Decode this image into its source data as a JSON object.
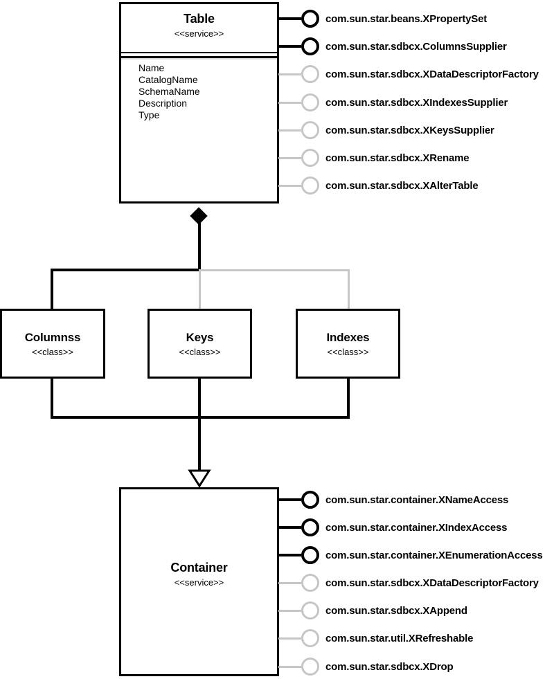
{
  "palette": {
    "line_black": "#000000",
    "line_gray": "#c6c6c6",
    "divider_shadow": "#dcdcdc",
    "background": "#ffffff"
  },
  "table": {
    "title": "Table",
    "stereotype": "<<service>>",
    "attributes": [
      "Name",
      "CatalogName",
      "SchemaName",
      "Description",
      "Type"
    ],
    "interfaces": [
      {
        "label": "com.sun.star.beans.XPropertySet",
        "style": "black"
      },
      {
        "label": "com.sun.star.sdbcx.ColumnsSupplier",
        "style": "black"
      },
      {
        "label": "com.sun.star.sdbcx.XDataDescriptorFactory",
        "style": "gray"
      },
      {
        "label": "com.sun.star.sdbcx.XIndexesSupplier",
        "style": "gray"
      },
      {
        "label": "com.sun.star.sdbcx.XKeysSupplier",
        "style": "gray"
      },
      {
        "label": "com.sun.star.sdbcx.XRename",
        "style": "gray"
      },
      {
        "label": "com.sun.star.sdbcx.XAlterTable",
        "style": "gray"
      }
    ]
  },
  "classes": [
    {
      "title": "Columnss",
      "stereotype": "<<class>>"
    },
    {
      "title": "Keys",
      "stereotype": "<<class>>"
    },
    {
      "title": "Indexes",
      "stereotype": "<<class>>"
    }
  ],
  "container": {
    "title": "Container",
    "stereotype": "<<service>>",
    "interfaces": [
      {
        "label": "com.sun.star.container.XNameAccess",
        "style": "black"
      },
      {
        "label": "com.sun.star.container.XIndexAccess",
        "style": "black"
      },
      {
        "label": "com.sun.star.container.XEnumerationAccess",
        "style": "black"
      },
      {
        "label": "com.sun.star.sdbcx.XDataDescriptorFactory",
        "style": "gray"
      },
      {
        "label": "com.sun.star.sdbcx.XAppend",
        "style": "gray"
      },
      {
        "label": "com.sun.star.util.XRefreshable",
        "style": "gray"
      },
      {
        "label": "com.sun.star.sdbcx.XDrop",
        "style": "gray"
      }
    ]
  }
}
